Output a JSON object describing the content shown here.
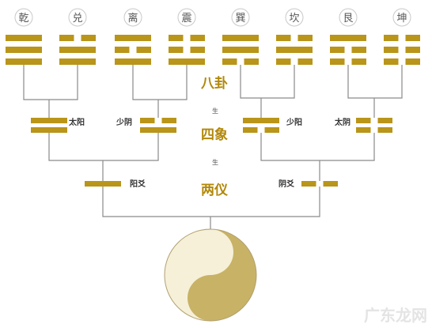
{
  "colors": {
    "yao": "#b99519",
    "title": "#b2880a",
    "line": "#8a8a8a",
    "yin_yang_light": "#f6f0d8",
    "yin_yang_dark": "#c8b266"
  },
  "trigrams": [
    {
      "name": "乾",
      "lines": [
        1,
        1,
        1
      ]
    },
    {
      "name": "兑",
      "lines": [
        0,
        1,
        1
      ]
    },
    {
      "name": "离",
      "lines": [
        1,
        0,
        1
      ]
    },
    {
      "name": "震",
      "lines": [
        0,
        0,
        1
      ]
    },
    {
      "name": "巽",
      "lines": [
        1,
        1,
        0
      ]
    },
    {
      "name": "坎",
      "lines": [
        0,
        1,
        0
      ]
    },
    {
      "name": "艮",
      "lines": [
        1,
        0,
        0
      ]
    },
    {
      "name": "坤",
      "lines": [
        0,
        0,
        0
      ]
    }
  ],
  "four_images": [
    {
      "label": "太阳",
      "lines": [
        1,
        1
      ]
    },
    {
      "label": "少阴",
      "lines": [
        0,
        1
      ]
    },
    {
      "label": "少阳",
      "lines": [
        1,
        0
      ]
    },
    {
      "label": "太阴",
      "lines": [
        0,
        0
      ]
    }
  ],
  "two_modes": [
    {
      "label": "阳爻",
      "lines": [
        1
      ]
    },
    {
      "label": "阴爻",
      "lines": [
        0
      ]
    }
  ],
  "levels": {
    "bagua": "八卦",
    "sixiang": "四象",
    "liangyi": "两仪",
    "sheng_upper": "生",
    "sheng_lower": "生"
  },
  "watermark": "广东龙网"
}
